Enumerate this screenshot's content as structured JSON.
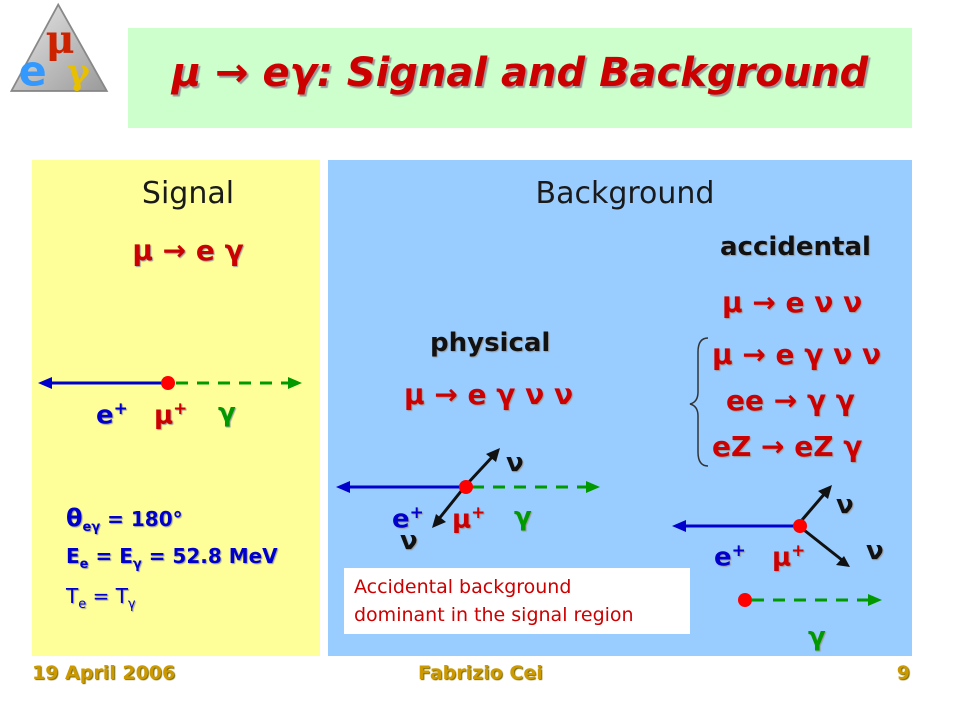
{
  "logo": {
    "mu": "μ",
    "e": "e",
    "gamma": "γ"
  },
  "title": "μ → eγ: Signal and Background",
  "signal": {
    "heading": "Signal",
    "process": "μ → e γ",
    "particles": {
      "e": "e",
      "e_sup": "+",
      "mu": "μ",
      "mu_sup": "+",
      "gamma": "γ"
    },
    "angle": {
      "theta": "θ",
      "theta_sub": "eγ",
      "rest": "= 180°"
    },
    "energy": {
      "E": "E",
      "e_sub": "e",
      "eq": "= E",
      "g_sub": "γ",
      "rest": "= 52.8 MeV"
    },
    "time": {
      "T": "T",
      "e_sub": "e",
      "eq": "= T",
      "g_sub": "γ"
    }
  },
  "background": {
    "heading": "Background",
    "physical": {
      "label": "physical",
      "process": "μ → e γ ν ν",
      "particles": {
        "e": "e",
        "e_sup": "+",
        "mu": "μ",
        "mu_sup": "+",
        "gamma": "γ",
        "nu1": "ν",
        "nu2": "ν"
      }
    },
    "accidental": {
      "label": "accidental",
      "process_main": "μ → e ν ν",
      "processes": [
        "μ → e γ ν ν",
        "ee → γ γ",
        "eZ → eZ γ"
      ],
      "particles": {
        "e": "e",
        "e_sup": "+",
        "mu": "μ",
        "mu_sup": "+",
        "gamma": "γ",
        "nu1": "ν",
        "nu2": "ν"
      }
    },
    "note": [
      "Accidental background",
      "dominant in the signal region"
    ]
  },
  "footer": {
    "date": "19 April 2006",
    "author": "Fabrizio Cei",
    "page": "9"
  },
  "colors": {
    "title_bg": "#ccffcc",
    "signal_bg": "#ffff99",
    "background_bg": "#99ccff",
    "red": "#cc0000",
    "blue": "#0000cc",
    "green": "#009900",
    "gold": "#cc9900"
  }
}
